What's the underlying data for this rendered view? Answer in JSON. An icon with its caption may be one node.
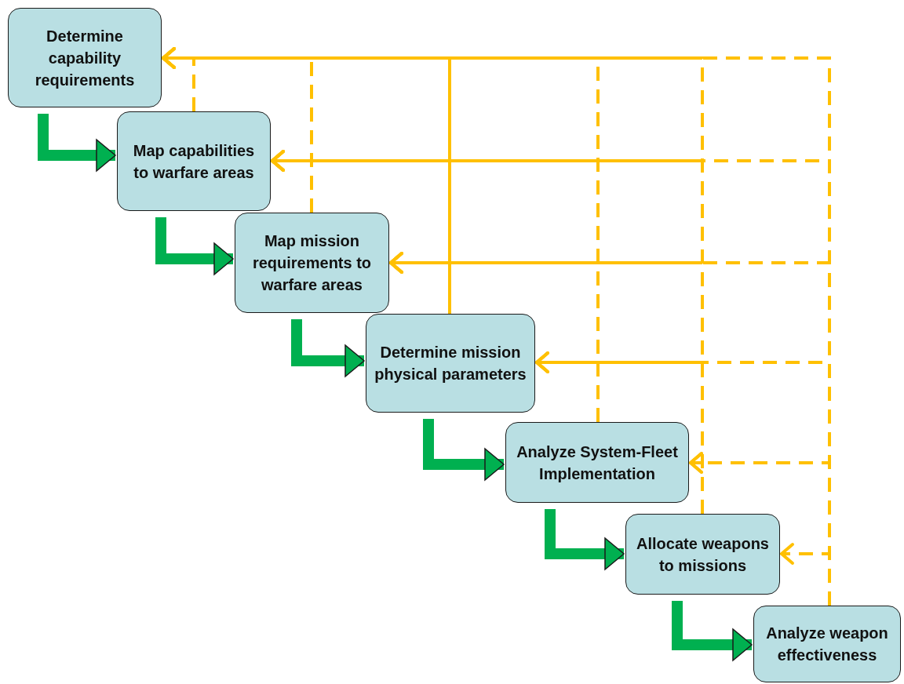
{
  "diagram": {
    "nodes": [
      {
        "text": [
          "Determine capability requirements"
        ]
      },
      {
        "text": [
          "Map capabilities to warfare areas"
        ]
      },
      {
        "text": [
          "Map mission requirements to warfare areas"
        ]
      },
      {
        "text": [
          "Determine mission physical parameters"
        ]
      },
      {
        "text": [
          "Analyze System-Fleet Implementation"
        ]
      },
      {
        "text": [
          "Allocate weapons to missions"
        ]
      },
      {
        "text": [
          "Analyze weapon effectiveness"
        ]
      }
    ],
    "edges": [
      {
        "from": 0,
        "to": 1,
        "arrow": "to",
        "style": "thick",
        "color": "#00b050"
      },
      {
        "from": 1,
        "to": 2,
        "arrow": "to",
        "style": "thick",
        "color": "#00b050"
      },
      {
        "from": 2,
        "to": 3,
        "arrow": "to",
        "style": "thick",
        "color": "#00b050"
      },
      {
        "from": 3,
        "to": 4,
        "arrow": "to",
        "style": "thick",
        "color": "#00b050"
      },
      {
        "from": 4,
        "to": 5,
        "arrow": "to",
        "style": "thick",
        "color": "#00b050"
      },
      {
        "from": 5,
        "to": 6,
        "arrow": "to",
        "style": "thick",
        "color": "#00b050"
      },
      {
        "from": 1,
        "to": 0,
        "arrow": "to",
        "style": "dashed"
      },
      {
        "from": 2,
        "to": 0,
        "arrow": "to",
        "style": "dashed"
      },
      {
        "from": 2,
        "to": 1,
        "arrow": "to",
        "style": "dashed"
      },
      {
        "from": 3,
        "to": 0,
        "arrow": "to"
      },
      {
        "from": 3,
        "to": 1,
        "arrow": "to"
      },
      {
        "from": 3,
        "to": 2,
        "arrow": "to"
      },
      {
        "from": 4,
        "to": 0,
        "arrow": "to",
        "style": "dashed"
      },
      {
        "from": 4,
        "to": 1,
        "arrow": "to",
        "style": "dashed"
      },
      {
        "from": 4,
        "to": 2,
        "arrow": "to",
        "style": "dashed"
      },
      {
        "from": 4,
        "to": 3,
        "arrow": "to",
        "style": "dashed"
      },
      {
        "from": 5,
        "to": 0,
        "arrow": "to",
        "style": "dashed"
      },
      {
        "from": 5,
        "to": 1,
        "arrow": "to",
        "style": "dashed"
      },
      {
        "from": 5,
        "to": 2,
        "arrow": "to",
        "style": "dashed"
      },
      {
        "from": 5,
        "to": 3,
        "arrow": "to",
        "style": "dashed"
      },
      {
        "from": 5,
        "to": 4,
        "arrow": "to",
        "style": "dashed"
      },
      {
        "from": 6,
        "to": 0,
        "arrow": "to",
        "style": "dashed"
      },
      {
        "from": 6,
        "to": 1,
        "arrow": "to",
        "style": "dashed"
      },
      {
        "from": 6,
        "to": 2,
        "arrow": "to",
        "style": "dashed"
      },
      {
        "from": 6,
        "to": 3,
        "arrow": "to",
        "style": "dashed"
      },
      {
        "from": 6,
        "to": 4,
        "arrow": "to",
        "style": "dashed"
      },
      {
        "from": 6,
        "to": 5,
        "arrow": "to",
        "style": "dashed"
      }
    ]
  }
}
